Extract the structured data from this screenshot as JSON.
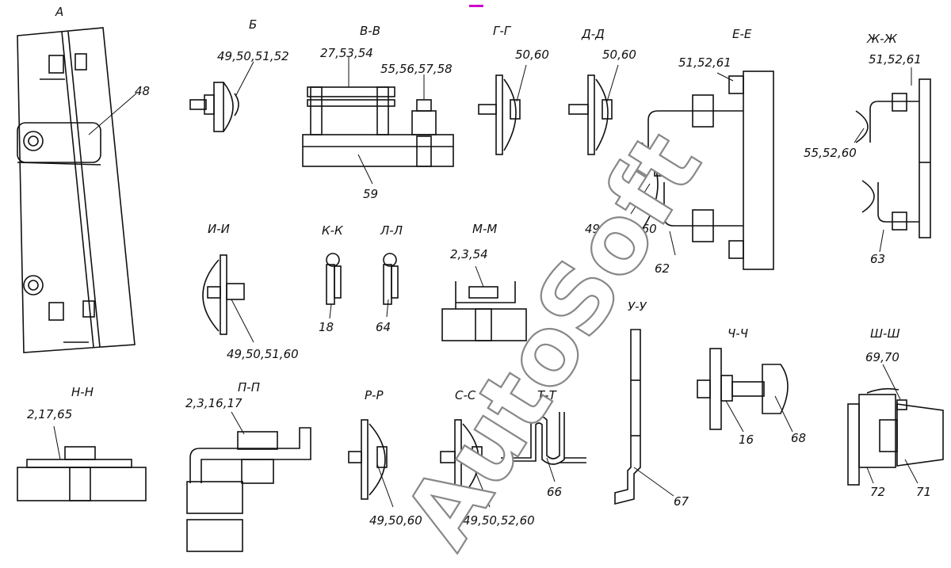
{
  "sections": {
    "a": "А",
    "b": "Б",
    "vv": "В-В",
    "gg": "Г-Г",
    "dd": "Д-Д",
    "ee": "Е-Е",
    "zhzh": "Ж-Ж",
    "ii": "И-И",
    "kk": "К-К",
    "ll": "Л-Л",
    "mm": "М-М",
    "uu": "У-У",
    "chch": "Ч-Ч",
    "shsh": "Ш-Ш",
    "nn": "Н-Н",
    "pp": "П-П",
    "rr": "Р-Р",
    "ss": "С-С",
    "tt": "Т-Т"
  },
  "callouts": {
    "c48": "48",
    "c_b": "49,50,51,52",
    "c_v1": "27,53,54",
    "c_v2": "55,56,57,58",
    "c59": "59",
    "c_g": "50,60",
    "c_d": "50,60",
    "c_e1": "51,52,61",
    "c_e2": "49,50,52,60",
    "c62": "62",
    "c_zh1": "51,52,61",
    "c_zh2": "55,52,60",
    "c63": "63",
    "c_i": "49,50,51,60",
    "c18": "18",
    "c64": "64",
    "c_m": "2,3,54",
    "c67": "67",
    "c16": "16",
    "c68": "68",
    "c_sh": "69,70",
    "c72": "72",
    "c71": "71",
    "c_n": "2,17,65",
    "c_p": "2,3,16,17",
    "c_r": "49,50,60",
    "c_s": "49,50,52,60",
    "c66": "66"
  },
  "watermark": "AutoSoft",
  "colors": {
    "line": "#111111",
    "watermark_outline": "#888888",
    "mark": "#cc00cc"
  }
}
